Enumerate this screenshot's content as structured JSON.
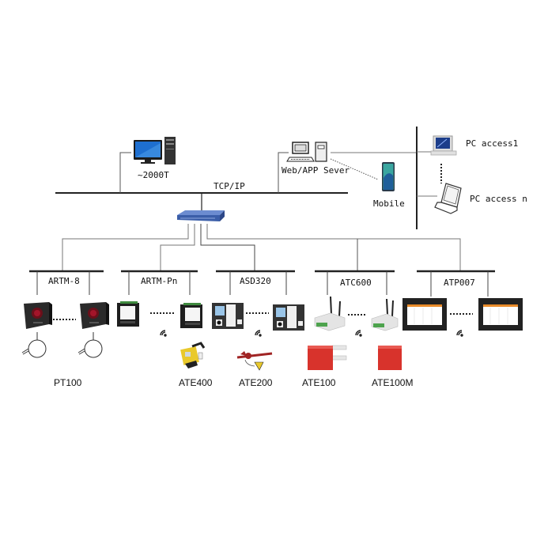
{
  "network": {
    "backbone_label": "TCP/IP"
  },
  "top": {
    "workstation": {
      "label": "~2000T",
      "icon": "desktop-computer-icon"
    },
    "server": {
      "label": "Web/APP Sever",
      "icon": "server-computer-icon"
    },
    "mobile": {
      "label": "Mobile",
      "icon": "smartphone-icon"
    },
    "pc_access_1": {
      "label": "PC access1",
      "icon": "desktop-pc-icon"
    },
    "pc_access_n": {
      "label": "PC access n",
      "icon": "laptop-icon"
    },
    "switch": {
      "icon": "network-switch-icon"
    }
  },
  "groups": [
    {
      "label": "ARTM-8",
      "device_icon": "temperature-meter-icon"
    },
    {
      "label": "ARTM-Pn",
      "device_icon": "panel-meter-icon"
    },
    {
      "label": "ASD320",
      "device_icon": "switchgear-display-icon"
    },
    {
      "label": "ATC600",
      "device_icon": "wireless-transceiver-icon"
    },
    {
      "label": "ATP007",
      "device_icon": "touch-panel-icon"
    }
  ],
  "sensors": [
    {
      "label": "PT100",
      "icon": "pt100-probe-icon"
    },
    {
      "label": "ATE400",
      "icon": "ate400-sensor-icon"
    },
    {
      "label": "ATE200",
      "icon": "ate200-sensor-icon"
    },
    {
      "label": "ATE100",
      "icon": "ate100-sensor-icon"
    },
    {
      "label": "ATE100M",
      "icon": "ate100m-sensor-icon"
    }
  ],
  "colors": {
    "line": "#222222",
    "thin_line": "#666666",
    "switch_blue": "#3b5ea8",
    "monitor_blue": "#1e6fd0",
    "sensor_red": "#d8332c",
    "sensor_yellow": "#e9c92c",
    "device_dark": "#2a2a2a"
  }
}
